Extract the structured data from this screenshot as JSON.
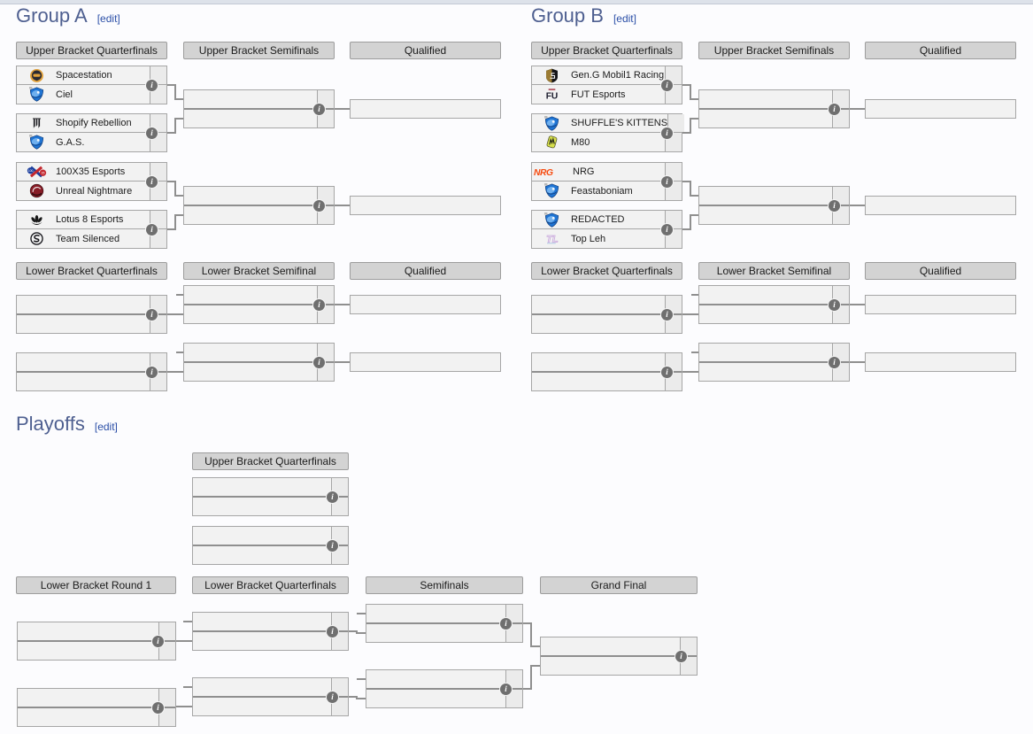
{
  "colors": {
    "accent_title": "#4e5f90",
    "edit_link": "#2b4fa7",
    "header_bg": "#d3d3d3",
    "slot_bg": "#f2f2f2",
    "score_cell_bg": "#ebebeb",
    "border": "#a6a6a6",
    "connector": "#8f8f8f",
    "info_icon_bg": "#6f6f6f",
    "nrg_orange": "#f6490d"
  },
  "info_icon_glyph": "i",
  "groups": [
    {
      "id": "group-a",
      "title": "Group A",
      "edit_label": "[edit]",
      "upper_headers": [
        "Upper Bracket Quarterfinals",
        "Upper Bracket Semifinals",
        "Qualified"
      ],
      "lower_headers": [
        "Lower Bracket Quarterfinals",
        "Lower Bracket Semifinal",
        "Qualified"
      ],
      "upper_matches": [
        {
          "teams": [
            {
              "name": "Spacestation",
              "icon": "spacestation-gaming-logo-icon"
            },
            {
              "name": "Ciel",
              "icon": "rocket-league-shield-icon"
            }
          ]
        },
        {
          "teams": [
            {
              "name": "Shopify Rebellion",
              "icon": "shopify-rebellion-logo-icon"
            },
            {
              "name": "G.A.S.",
              "icon": "rocket-league-shield-icon"
            }
          ]
        },
        {
          "teams": [
            {
              "name": "100X35 Esports",
              "icon": "100x35-esports-logo-icon"
            },
            {
              "name": "Unreal Nightmare",
              "icon": "unreal-nightmare-logo-icon"
            }
          ]
        },
        {
          "teams": [
            {
              "name": "Lotus 8 Esports",
              "icon": "lotus-8-esports-logo-icon"
            },
            {
              "name": "Team Silenced",
              "icon": "team-silenced-logo-icon"
            }
          ]
        }
      ]
    },
    {
      "id": "group-b",
      "title": "Group B",
      "edit_label": "[edit]",
      "upper_headers": [
        "Upper Bracket Quarterfinals",
        "Upper Bracket Semifinals",
        "Qualified"
      ],
      "lower_headers": [
        "Lower Bracket Quarterfinals",
        "Lower Bracket Semifinal",
        "Qualified"
      ],
      "upper_matches": [
        {
          "teams": [
            {
              "name": "Gen.G Mobil1 Racing",
              "icon": "geng-mobil1-racing-logo-icon"
            },
            {
              "name": "FUT Esports",
              "icon": "fut-esports-logo-icon"
            }
          ]
        },
        {
          "teams": [
            {
              "name": "SHUFFLE'S KITTENS",
              "icon": "rocket-league-shield-icon"
            },
            {
              "name": "M80",
              "icon": "m80-logo-icon"
            }
          ]
        },
        {
          "teams": [
            {
              "name": "NRG",
              "icon": "nrg-logo-icon"
            },
            {
              "name": "Feastaboniam",
              "icon": "rocket-league-shield-icon"
            }
          ]
        },
        {
          "teams": [
            {
              "name": "REDACTED",
              "icon": "rocket-league-shield-icon"
            },
            {
              "name": "Top Leh",
              "icon": "top-leh-logo-icon"
            }
          ]
        }
      ]
    }
  ],
  "playoffs": {
    "title": "Playoffs",
    "edit_label": "[edit]",
    "upper_header": "Upper Bracket Quarterfinals",
    "lower_headers": [
      "Lower Bracket Round 1",
      "Lower Bracket Quarterfinals",
      "Semifinals",
      "Grand Final"
    ]
  }
}
